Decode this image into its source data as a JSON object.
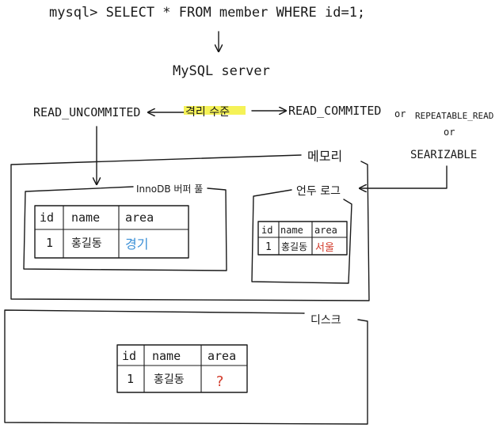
{
  "query": "mysql> SELECT * FROM member WHERE id=1;",
  "server": "MySQL server",
  "isolation": {
    "label": "격리 수준",
    "highlight_color": "#f3f03a",
    "left": "READ_UNCOMMITED",
    "right_1": "READ_COMMITED",
    "or_1": "or",
    "right_2": "REPEATABLE_READ",
    "or_2": "or",
    "right_3": "SEARIZABLE"
  },
  "memory": {
    "label": "메모리",
    "buffer_pool": {
      "label": "InnoDB 버퍼 풀",
      "headers": [
        "id",
        "name",
        "area"
      ],
      "row": [
        "1",
        "홍길동",
        "경기"
      ],
      "area_color": "#3a8fd6"
    },
    "undo_log": {
      "label": "언두 로그",
      "headers": [
        "id",
        "name",
        "area"
      ],
      "row": [
        "1",
        "홍길동",
        "서울"
      ],
      "area_color": "#d23a2a"
    }
  },
  "disk": {
    "label": "디스크",
    "headers": [
      "id",
      "name",
      "area"
    ],
    "row": [
      "1",
      "홍길동",
      "?"
    ],
    "area_color": "#d23a2a"
  }
}
